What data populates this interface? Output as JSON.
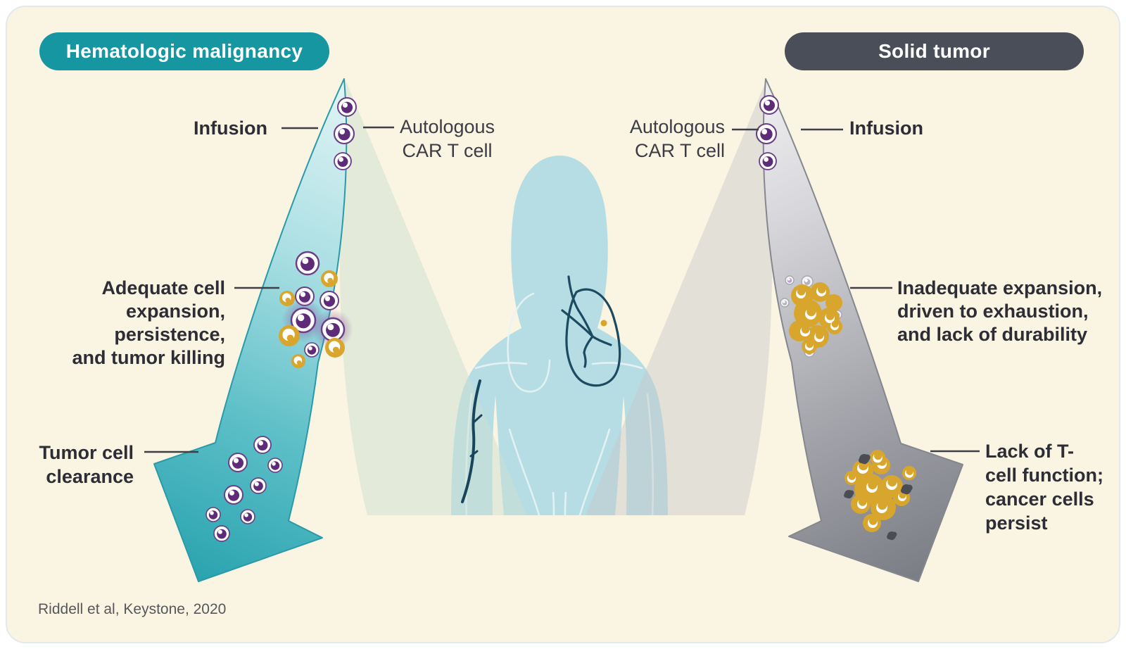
{
  "header": {
    "left_badge": "Hematologic malignancy",
    "right_badge": "Solid tumor"
  },
  "labels": {
    "infusion_left": "Infusion",
    "autologous_left": "Autologous\nCAR T cell",
    "adequate": "Adequate cell\nexpansion, persistence,\nand tumor killing",
    "clearance": "Tumor cell\nclearance",
    "autologous_right": "Autologous\nCAR T cell",
    "infusion_right": "Infusion",
    "inadequate": "Inadequate expansion,\ndriven to exhaustion,\nand lack of durability",
    "lack": "Lack of T-\ncell function;\ncancer cells\npersist"
  },
  "citation": "Riddell et al, Keystone, 2020",
  "colors": {
    "background_cream": "#faf5e3",
    "badge_teal": "#1696a1",
    "badge_slate": "#4a4e58",
    "arrow_teal_dark": "#23a0ac",
    "arrow_teal_light": "#e6f5f6",
    "arrow_gray_dark": "#75777f",
    "arrow_gray_light": "#f1f1f3",
    "body_blue": "#b7dde4",
    "car_t_purple": "#5d2b77",
    "tumor_gold": "#d8a62c",
    "anatomy_teal": "#1c4a60",
    "dead_cell_gray": "#4b4d54"
  },
  "art": {
    "left_infusion": {
      "type": "car",
      "cells": [
        [
          493,
          152,
          13
        ],
        [
          489,
          190,
          14
        ],
        [
          487,
          229,
          12
        ]
      ]
    },
    "right_infusion": {
      "type": "car",
      "cells": [
        [
          1093,
          149,
          13
        ],
        [
          1089,
          190,
          14
        ],
        [
          1091,
          229,
          12
        ]
      ]
    },
    "left_expansion": {
      "cells": [
        [
          437,
          374,
          16,
          "car"
        ],
        [
          468,
          396,
          12,
          "tumor"
        ],
        [
          433,
          421,
          13,
          "car"
        ],
        [
          468,
          427,
          13,
          "car"
        ],
        [
          408,
          424,
          11,
          "tumor"
        ],
        [
          431,
          455,
          17,
          "car_glow"
        ],
        [
          473,
          468,
          16,
          "car_glow"
        ],
        [
          411,
          477,
          15,
          "tumor"
        ],
        [
          443,
          497,
          10,
          "car"
        ],
        [
          476,
          494,
          14,
          "tumor"
        ],
        [
          424,
          513,
          10,
          "tumor"
        ]
      ]
    },
    "left_clearance": {
      "type": "car",
      "cells": [
        [
          373,
          632,
          12
        ],
        [
          338,
          657,
          13
        ],
        [
          391,
          661,
          10
        ],
        [
          367,
          690,
          11
        ],
        [
          332,
          703,
          13
        ],
        [
          303,
          731,
          10
        ],
        [
          352,
          734,
          10
        ],
        [
          315,
          758,
          11
        ]
      ]
    },
    "right_exhaustion": {
      "exhausted": [
        [
          1122,
          398,
          6,
          "p"
        ],
        [
          1147,
          400,
          8,
          "g"
        ],
        [
          1115,
          430,
          6,
          "g"
        ],
        [
          1180,
          425,
          6,
          "p"
        ],
        [
          1190,
          447,
          6,
          "g"
        ],
        [
          1150,
          500,
          7,
          "g"
        ]
      ],
      "mass": [
        [
          1140,
          420,
          16
        ],
        [
          1165,
          415,
          14
        ],
        [
          1185,
          430,
          12
        ],
        [
          1148,
          445,
          20
        ],
        [
          1178,
          452,
          15
        ],
        [
          1136,
          470,
          15
        ],
        [
          1162,
          478,
          16
        ],
        [
          1186,
          464,
          11
        ],
        [
          1150,
          492,
          11
        ]
      ],
      "crescents": [
        [
          1138,
          417,
          7
        ],
        [
          1167,
          414,
          7
        ],
        [
          1152,
          446,
          8
        ],
        [
          1179,
          452,
          7
        ],
        [
          1144,
          471,
          7
        ],
        [
          1164,
          479,
          7
        ],
        [
          1150,
          492,
          6
        ],
        [
          1186,
          463,
          6
        ]
      ]
    },
    "right_persist": {
      "mass": [
        [
          1226,
          668,
          15
        ],
        [
          1252,
          661,
          13
        ],
        [
          1236,
          695,
          22
        ],
        [
          1267,
          691,
          16
        ],
        [
          1223,
          716,
          14
        ],
        [
          1255,
          721,
          18
        ],
        [
          1239,
          743,
          13
        ],
        [
          1281,
          707,
          12
        ]
      ],
      "crescents": [
        [
          1226,
          665,
          8
        ],
        [
          1253,
          659,
          7
        ],
        [
          1239,
          692,
          8
        ],
        [
          1267,
          688,
          8
        ],
        [
          1225,
          716,
          7
        ],
        [
          1253,
          721,
          8
        ],
        [
          1240,
          743,
          7
        ],
        [
          1282,
          706,
          6
        ]
      ],
      "tumor_cells": [
        [
          1247,
          650,
          11
        ],
        [
          1210,
          679,
          10
        ],
        [
          1292,
          672,
          10
        ]
      ],
      "dead": [
        [
          1228,
          652,
          7
        ],
        [
          1206,
          702,
          6
        ],
        [
          1288,
          695,
          7
        ],
        [
          1267,
          761,
          6
        ]
      ]
    }
  }
}
